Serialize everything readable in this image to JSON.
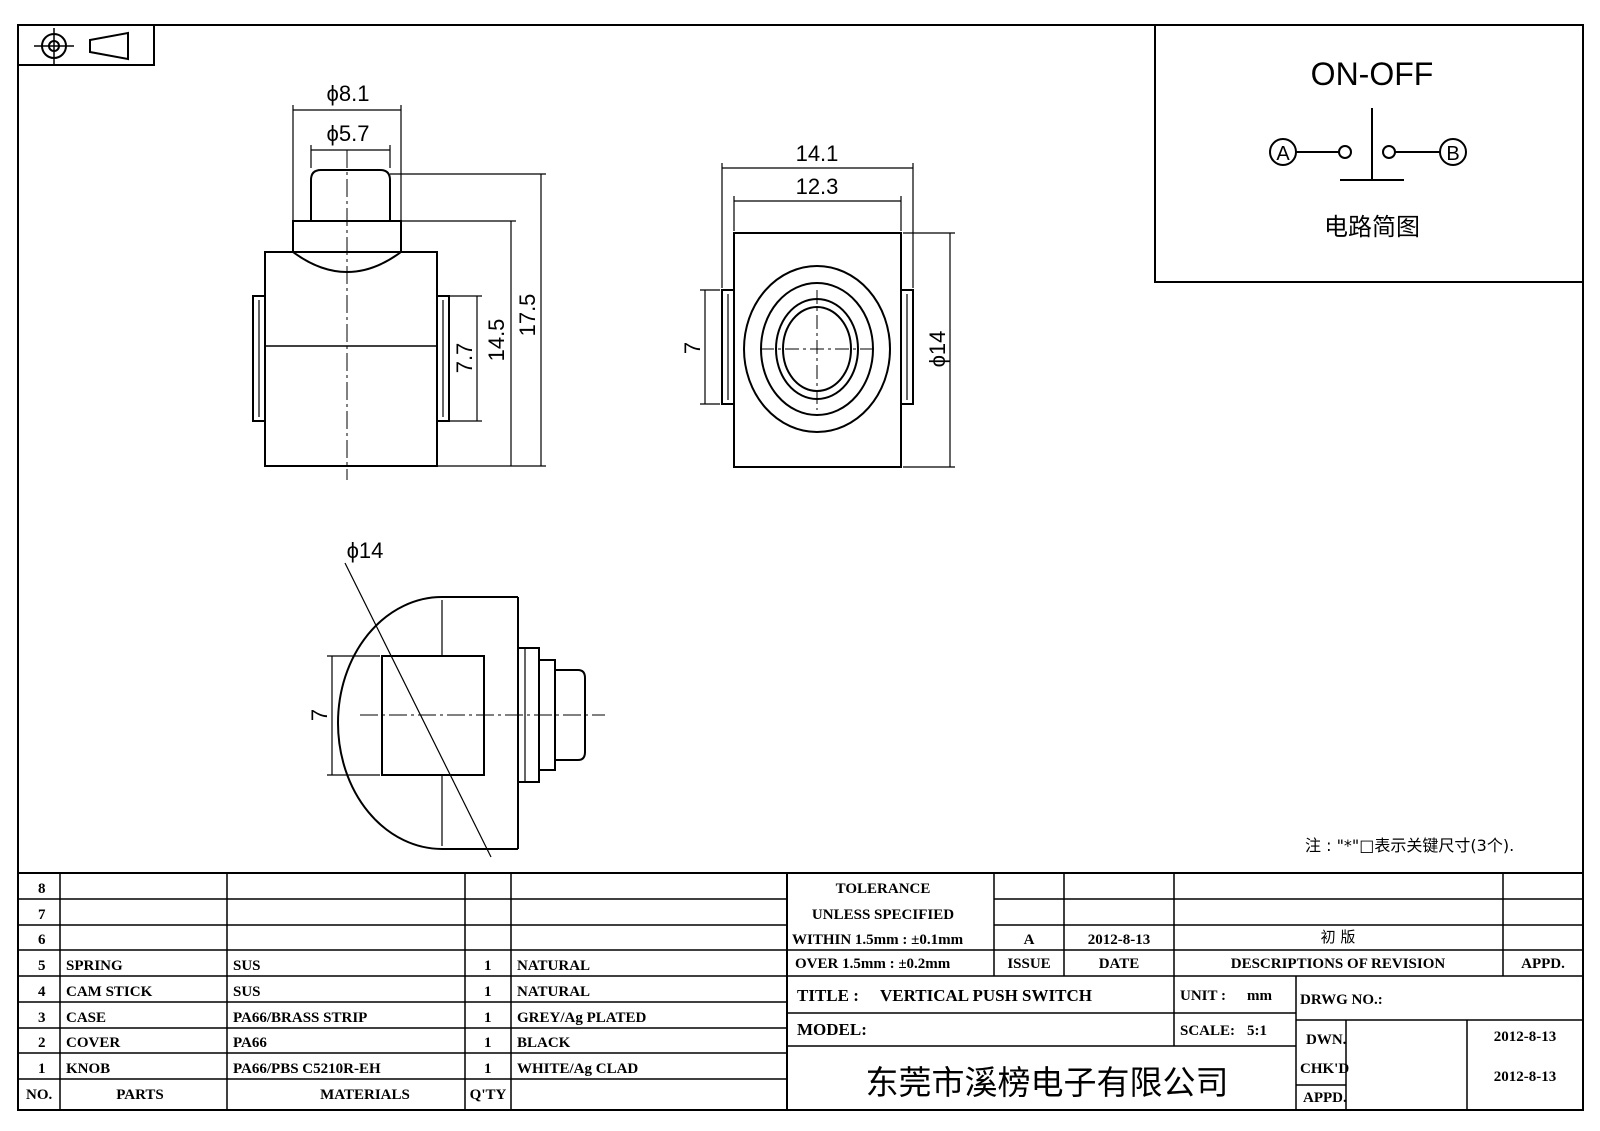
{
  "title_block": {
    "title_label": "TITLE :",
    "title_value": "VERTICAL PUSH SWITCH",
    "model_label": "MODEL:",
    "unit_label": "UNIT :",
    "unit_value": "mm",
    "scale_label": "SCALE:",
    "scale_value": "5:1",
    "drwg_no_label": "DRWG NO.:",
    "dwn_label": "DWN.",
    "dwn_date": "2012-8-13",
    "chkd_label": "CHK'D",
    "chkd_date": "2012-8-13",
    "appd_label": "APPD.",
    "company": "东莞市溪榜电子有限公司"
  },
  "tolerance": {
    "line1": "TOLERANCE",
    "line2": "UNLESS  SPECIFIED",
    "line3": "WITHIN 1.5mm : ±0.1mm",
    "line4": "OVER 1.5mm : ±0.2mm"
  },
  "revision": {
    "issue": "A",
    "date": "2012-8-13",
    "description": "初 版",
    "header_issue": "ISSUE",
    "header_date": "DATE",
    "header_desc": "DESCRIPTIONS OF REVISION",
    "header_appd": "APPD."
  },
  "bom": {
    "header": {
      "no": "NO.",
      "parts": "PARTS",
      "materials": "MATERIALS",
      "qty": "Q'TY"
    },
    "rows": [
      {
        "no": "8",
        "part": "",
        "material": "",
        "qty": "",
        "finish": ""
      },
      {
        "no": "7",
        "part": "",
        "material": "",
        "qty": "",
        "finish": ""
      },
      {
        "no": "6",
        "part": "",
        "material": "",
        "qty": "",
        "finish": ""
      },
      {
        "no": "5",
        "part": "SPRING",
        "material": "SUS",
        "qty": "1",
        "finish": "NATURAL"
      },
      {
        "no": "4",
        "part": "CAM STICK",
        "material": "SUS",
        "qty": "1",
        "finish": "NATURAL"
      },
      {
        "no": "3",
        "part": "CASE",
        "material": "PA66/BRASS STRIP",
        "qty": "1",
        "finish": "GREY/Ag PLATED"
      },
      {
        "no": "2",
        "part": "COVER",
        "material": "PA66",
        "qty": "1",
        "finish": "BLACK"
      },
      {
        "no": "1",
        "part": "KNOB",
        "material": "PA66/PBS C5210R-EH",
        "qty": "1",
        "finish": "WHITE/Ag CLAD"
      }
    ]
  },
  "circuit": {
    "title": "ON-OFF",
    "terminal_a": "A",
    "terminal_b": "B",
    "caption": "电路简图"
  },
  "note": "注 : \"*\"□表示关键尺寸(3个).",
  "dimensions": {
    "front_phi_outer": "ϕ8.1",
    "front_phi_inner": "ϕ5.7",
    "front_h1": "7.7",
    "front_h2": "14.5",
    "front_h3": "17.5",
    "top_w_outer": "14.1",
    "top_w_inner": "12.3",
    "top_h": "7",
    "top_phi": "ϕ14",
    "side_phi": "ϕ14",
    "side_h": "7"
  }
}
